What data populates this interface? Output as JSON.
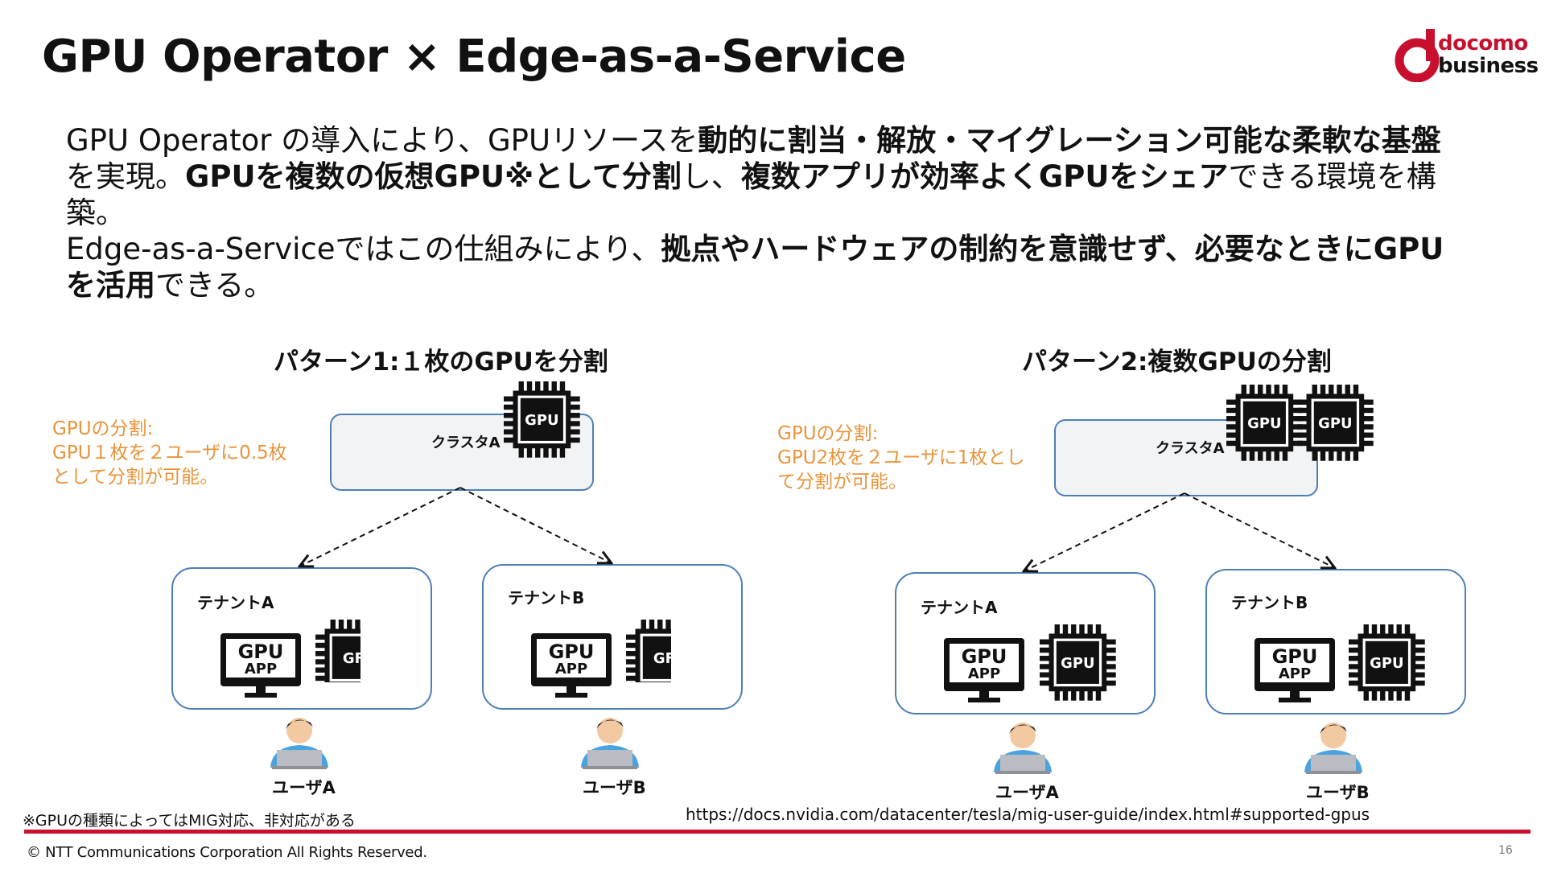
{
  "title": "GPU Operator × Edge-as-a-Service",
  "logo": {
    "line1": "docomo",
    "line2": "business"
  },
  "intro": {
    "lines": [
      [
        {
          "t": "GPU Operator の導入により、GPUリソースを",
          "b": false
        },
        {
          "t": "動的に割当・解放・マイグレーション可能な柔軟な基盤",
          "b": true
        }
      ],
      [
        {
          "t": "を実現。",
          "b": false
        },
        {
          "t": "GPUを複数の仮想GPU※として分割",
          "b": true
        },
        {
          "t": "し、",
          "b": false
        },
        {
          "t": "複数アプリが効率よくGPUをシェア",
          "b": true
        },
        {
          "t": "できる環境を構",
          "b": false
        }
      ],
      [
        {
          "t": "築。",
          "b": false
        }
      ],
      [
        {
          "t": "Edge-as-a-Serviceではこの仕組みにより、",
          "b": false
        },
        {
          "t": "拠点やハードウェアの制約を意識せず、必要なときにGPU",
          "b": true
        }
      ],
      [
        {
          "t": "を活用",
          "b": true
        },
        {
          "t": "できる。",
          "b": false
        }
      ]
    ]
  },
  "pattern1": {
    "title": "パターン1:１枚のGPUを分割",
    "note": [
      "GPUの分割:",
      "GPU１枚を２ユーザに0.5枚",
      "として分割が可能。"
    ],
    "cluster_label": "クラスタA",
    "tenant_a": "テナントA",
    "tenant_b": "テナントB",
    "user_a": "ユーザA",
    "user_b": "ユーザB"
  },
  "pattern2": {
    "title": "パターン2:複数GPUの分割",
    "note": [
      "GPUの分割:",
      "GPU2枚を２ユーザに1枚とし",
      "て分割が可能。"
    ],
    "cluster_label": "クラスタA",
    "tenant_a": "テナントA",
    "tenant_b": "テナントB",
    "user_a": "ユーザA",
    "user_b": "ユーザB"
  },
  "chip_label": "GPU",
  "chip_label_cut": "GF",
  "monitor": {
    "line1": "GPU",
    "line2": "APP"
  },
  "footnote": "※GPUの種類によってはMIG対応、非対応がある",
  "url": "https://docs.nvidia.com/datacenter/tesla/mig-user-guide/index.html#supported-gpus",
  "copyright": "© NTT Communications Corporation All Rights Reserved.",
  "page_number": "16",
  "colors": {
    "accent_red": "#c8102e",
    "note_orange": "#e8943a",
    "box_border": "#4e7fb7",
    "cluster_fill": "#f2f3f5",
    "user_shirt": "#4aa3df"
  },
  "icons": [
    "gpu-chip-icon",
    "monitor-icon",
    "user-icon",
    "docomo-logo-icon"
  ]
}
